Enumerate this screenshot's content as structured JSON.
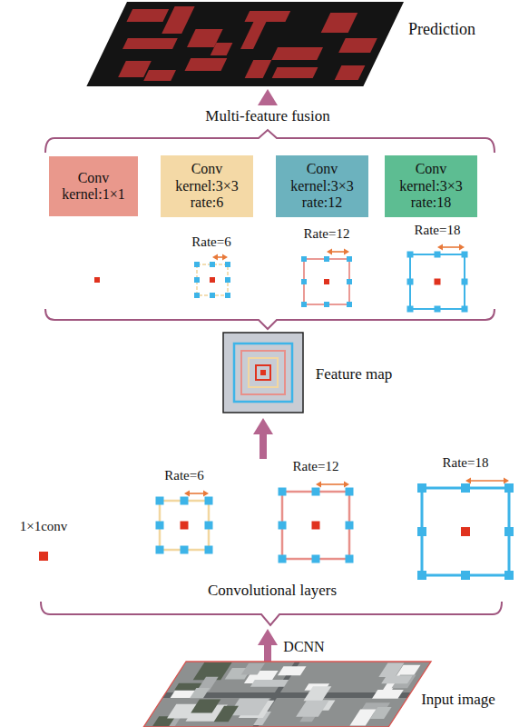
{
  "diagram": {
    "nodes": [
      {
        "text": [
          "Conv kernel:1×1"
        ]
      },
      {
        "text": [
          "Conv kernel:3×3 rate:6"
        ]
      },
      {
        "text": [
          "Conv kernel:3×3 rate:12"
        ]
      },
      {
        "text": [
          "Conv kernel:3×3 rate:18"
        ]
      }
    ],
    "labels": [
      "Prediction",
      "Multi-feature fusion",
      "Rate=6",
      "Rate=12",
      "Rate=18",
      "Feature map",
      "Rate=6",
      "Rate=12",
      "Rate=18",
      "1×1conv",
      "Convolutional layers",
      "DCNN",
      "Input image"
    ]
  }
}
